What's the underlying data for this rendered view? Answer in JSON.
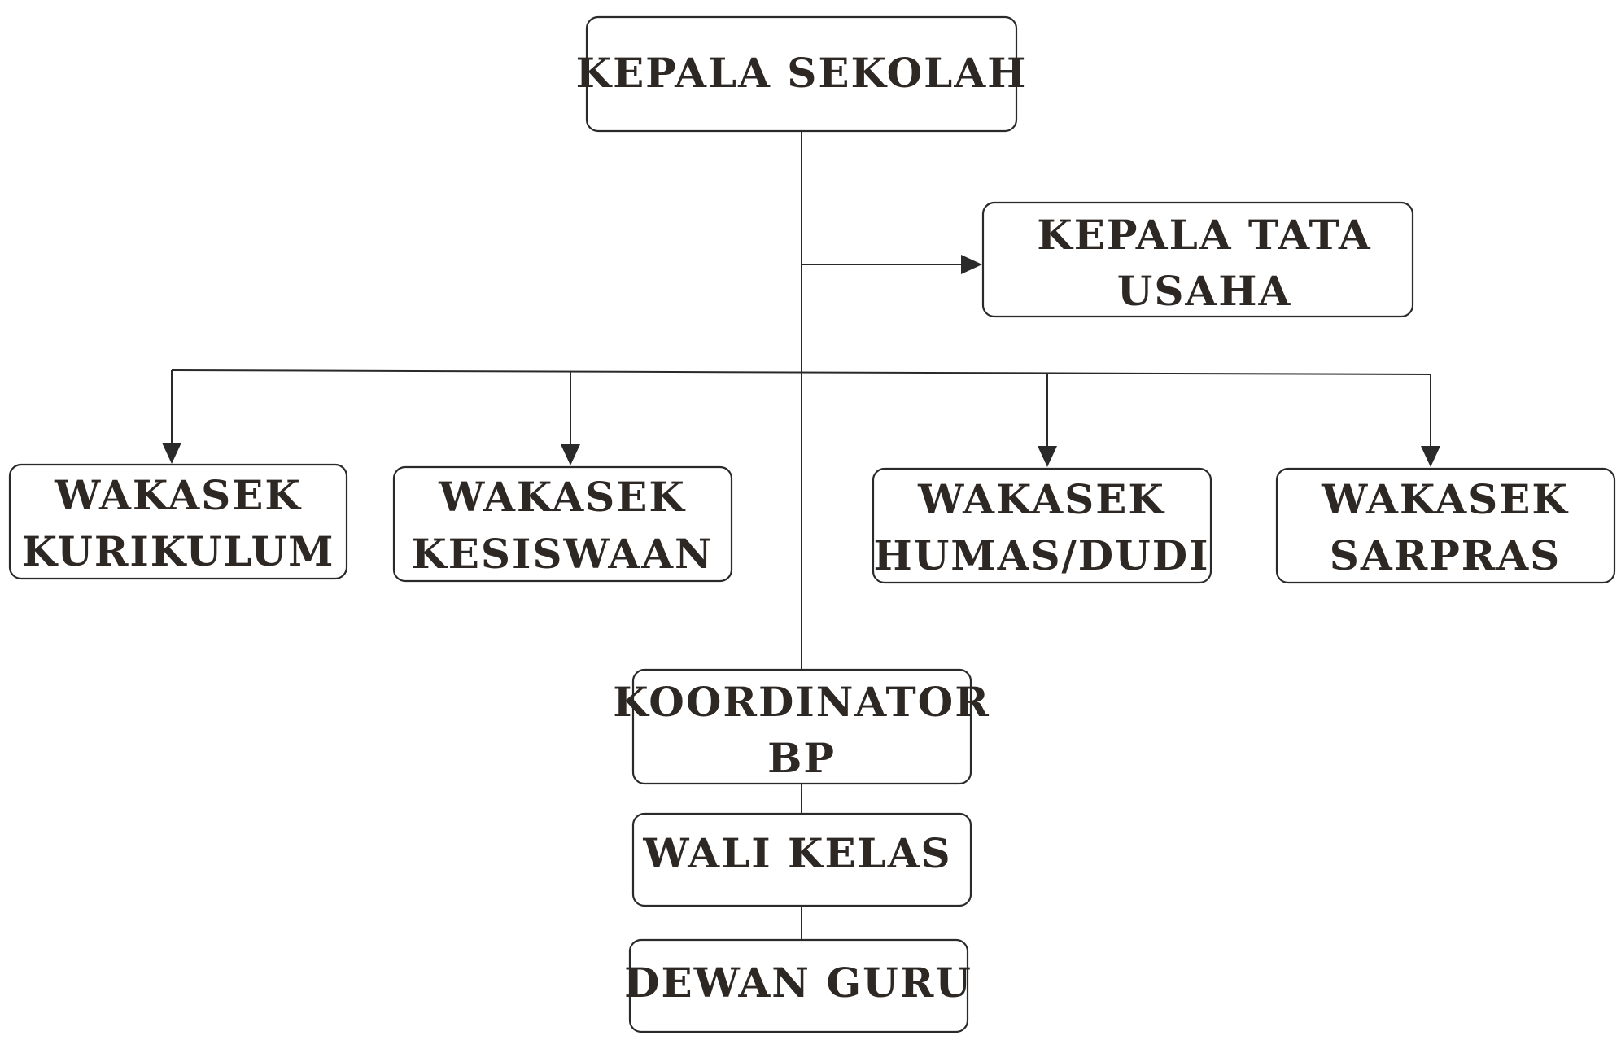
{
  "diagram": {
    "nodes": {
      "kepala_sekolah": {
        "lines": [
          "KEPALA SEKOLAH"
        ]
      },
      "kepala_tata_usaha": {
        "lines": [
          "KEPALA TATA",
          "USAHA"
        ]
      },
      "wakasek_kurikulum": {
        "lines": [
          "WAKASEK",
          "KURIKULUM"
        ]
      },
      "wakasek_kesiswaan": {
        "lines": [
          "WAKASEK",
          "KESISWAAN"
        ]
      },
      "wakasek_humas": {
        "lines": [
          "WAKASEK",
          "HUMAS/DUDI"
        ]
      },
      "wakasek_sarpras": {
        "lines": [
          "WAKASEK",
          "SARPRAS"
        ]
      },
      "koordinator_bp": {
        "lines": [
          "KOORDINATOR",
          "BP"
        ]
      },
      "wali_kelas": {
        "lines": [
          "WALI KELAS"
        ]
      },
      "dewan_guru": {
        "lines": [
          "DEWAN GURU"
        ]
      }
    },
    "colors": {
      "text": "#2e2824",
      "line": "#2a2a2a",
      "box_fill": "#ffffff"
    }
  }
}
